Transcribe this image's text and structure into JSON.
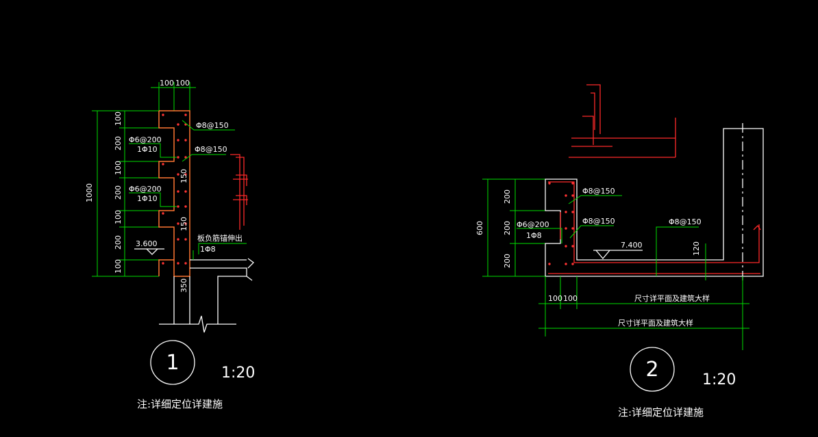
{
  "detail1": {
    "top_dims": [
      "100",
      "100"
    ],
    "left_total": "1000",
    "left_dims": [
      "100",
      "200",
      "100",
      "200",
      "100",
      "200",
      "100"
    ],
    "rebar_top": "Φ8@150",
    "rebar_mid": "Φ8@150",
    "stirrup_a": "Φ6@200",
    "bar_a": "1Φ10",
    "stirrup_b": "Φ6@200",
    "bar_b": "1Φ10",
    "dim_150a": "150",
    "dim_150b": "150",
    "dim_350": "350",
    "elevation": "3.600",
    "slab_note": "板负筋锚伸出",
    "slab_bar": "1Φ8",
    "number": "1",
    "scale": "1:20",
    "note": "注:详细定位详建施"
  },
  "detail2": {
    "left_total": "600",
    "left_dims": [
      "200",
      "200",
      "200"
    ],
    "rebar_a": "Φ8@150",
    "rebar_b": "Φ8@150",
    "rebar_c": "Φ8@150",
    "stirrup": "Φ6@200",
    "bar": "1Φ8",
    "elevation": "7.400",
    "dim_120": "120",
    "bottom_dims": [
      "100",
      "100"
    ],
    "dim_note_1": "尺寸详平面及建筑大样",
    "dim_note_2": "尺寸详平面及建筑大样",
    "number": "2",
    "scale": "1:20",
    "note": "注:详细定位详建施"
  }
}
